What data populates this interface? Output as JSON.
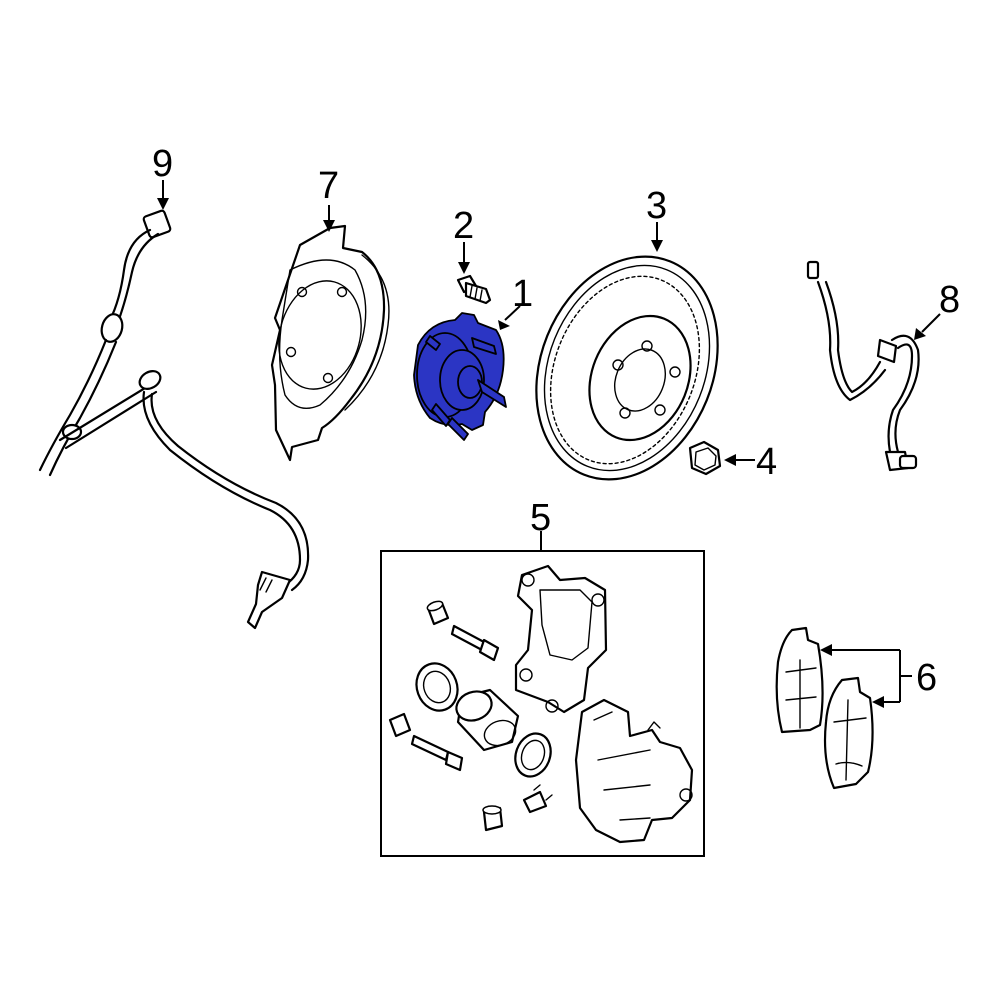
{
  "callouts": [
    {
      "id": "1",
      "label": "1"
    },
    {
      "id": "2",
      "label": "2"
    },
    {
      "id": "3",
      "label": "3"
    },
    {
      "id": "4",
      "label": "4"
    },
    {
      "id": "5",
      "label": "5"
    },
    {
      "id": "6",
      "label": "6"
    },
    {
      "id": "7",
      "label": "7"
    },
    {
      "id": "8",
      "label": "8"
    },
    {
      "id": "9",
      "label": "9"
    }
  ],
  "highlight_color": "#2b35c4",
  "line_color": "#000000",
  "background_color": "#ffffff"
}
